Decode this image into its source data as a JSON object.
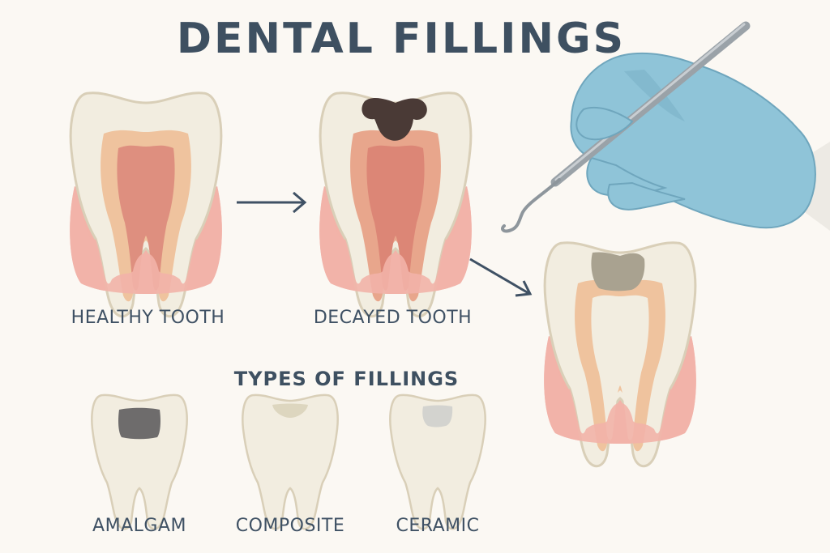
{
  "title": "DENTAL FILLINGS",
  "stages": {
    "healthy": "HEALTHY TOOTH",
    "decayed": "DECAYED TOOTH"
  },
  "types_title": "TYPES OF FILLINGS",
  "types": [
    "AMALGAM",
    "COMPOSITE",
    "CERAMIC"
  ],
  "colors": {
    "text": "#3f5164",
    "enamel": "#f2ede0",
    "dentin": "#efc39e",
    "pulp": "#de8f7f",
    "gum": "#f2b3a8",
    "decay": "#4a3a36",
    "amalgam": "#6e6c6c",
    "composite": "#ddd6bf",
    "ceramic": "#d3d3cf",
    "glove": "#8fc4d8",
    "instrument": "#9aa2a8"
  }
}
